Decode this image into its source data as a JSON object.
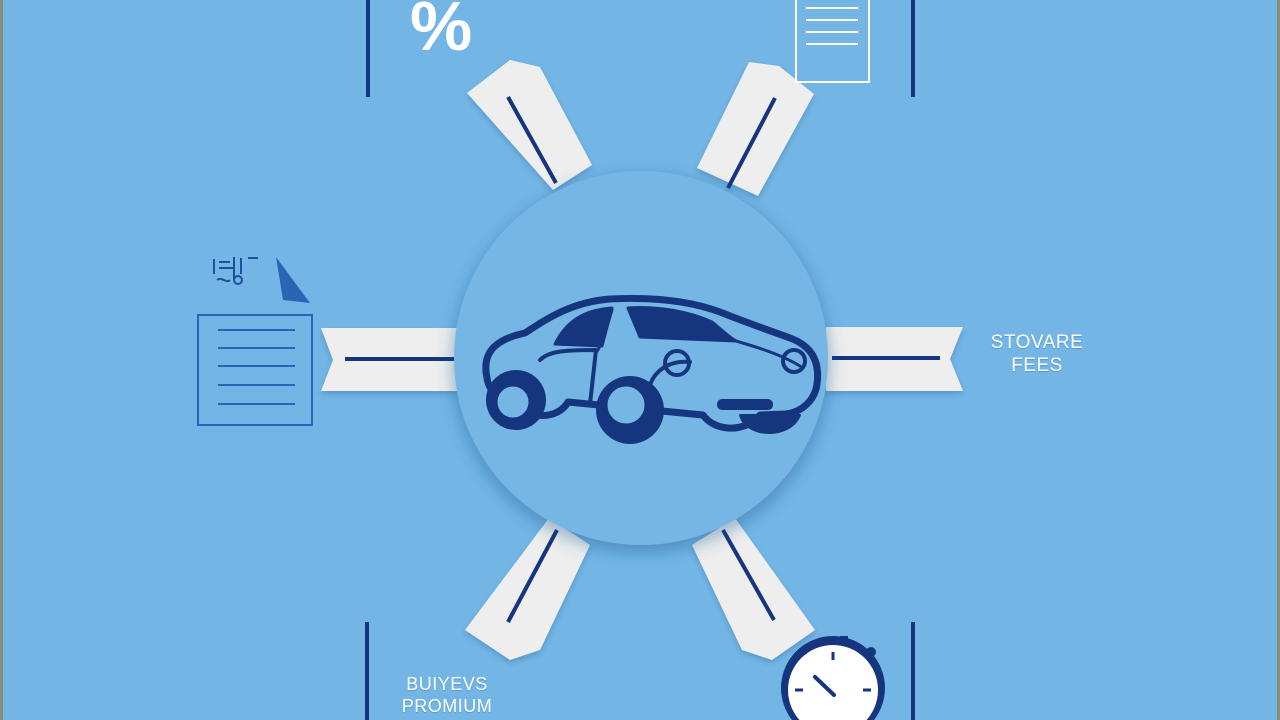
{
  "diagram": {
    "center_icon": "car-icon",
    "nodes": [
      {
        "id": "top-left",
        "icon": "percent-icon",
        "glyph": "%"
      },
      {
        "id": "top-right",
        "icon": "document-icon"
      },
      {
        "id": "left",
        "icon": "document-icon"
      },
      {
        "id": "right",
        "icon": "none",
        "label_lines": [
          "STOVARE",
          "FEES"
        ]
      },
      {
        "id": "bottom-left",
        "icon": "none",
        "label_lines": [
          "BUIYEVS",
          "PROMIUM"
        ]
      },
      {
        "id": "bottom-right",
        "icon": "stopwatch-icon"
      }
    ]
  },
  "colors": {
    "background": "#73b6e6",
    "navy": "#16357f",
    "ribbon": "#eeeeee",
    "circle": "#76b6e4",
    "white": "#ffffff"
  }
}
